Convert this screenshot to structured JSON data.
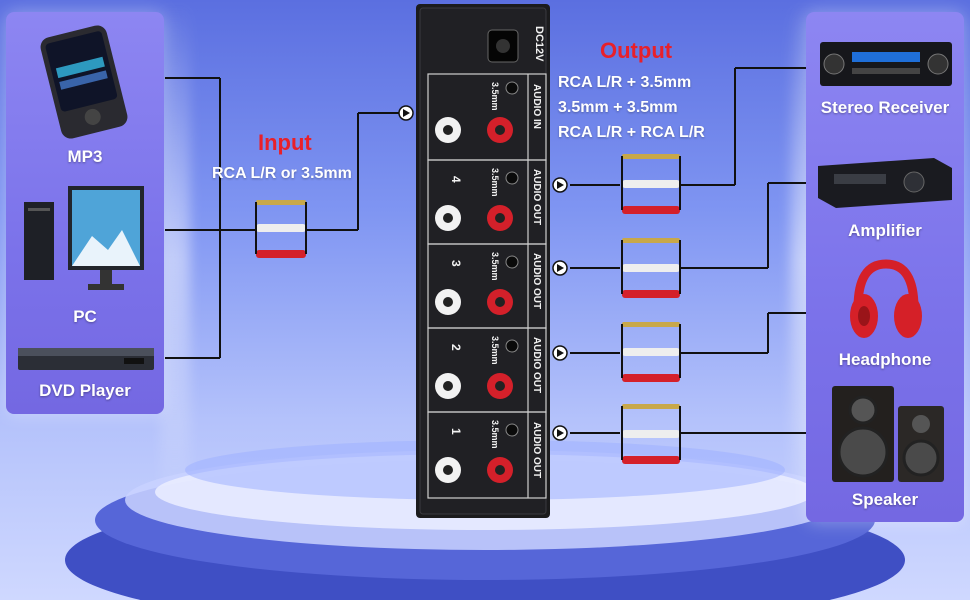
{
  "inputs": {
    "items": [
      {
        "label": "MP3"
      },
      {
        "label": "PC"
      },
      {
        "label": "DVD Player"
      }
    ]
  },
  "input_section": {
    "title": "Input",
    "description": "RCA L/R or 3.5mm"
  },
  "output_section": {
    "title": "Output",
    "lines": [
      "RCA L/R + 3.5mm",
      "3.5mm + 3.5mm",
      "RCA L/R + RCA L/R"
    ]
  },
  "outputs": {
    "items": [
      {
        "label": "Stereo Receiver"
      },
      {
        "label": "Amplifier"
      },
      {
        "label": "Headphone"
      },
      {
        "label": "Speaker"
      }
    ]
  },
  "device_box": {
    "power_label": "DC12V",
    "jack_label": "3.5mm",
    "in_label": "AUDIO IN",
    "out_label": "AUDIO OUT",
    "channels": [
      "4",
      "3",
      "2",
      "1"
    ]
  },
  "colors": {
    "accent_red": "#e8202a",
    "panel": "#7b72ea",
    "box": "#1b1b1d"
  }
}
